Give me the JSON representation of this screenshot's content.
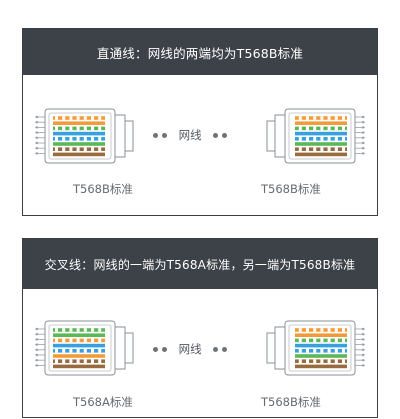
{
  "panels": [
    {
      "title": "直通线：网线的两端均为T568B标准",
      "cable_label": "网线",
      "left_label": "T568B标准",
      "right_label": "T568B标准"
    },
    {
      "title": "交叉线：网线的一端为T568A标准，另一端为T568B标准",
      "cable_label": "网线",
      "left_label": "T568A标准",
      "right_label": "T568B标准"
    }
  ],
  "colors": {
    "header_bg": "#3d4148",
    "orange": "#f39a3a",
    "green": "#5bb85a",
    "blue": "#39a0e0",
    "brown": "#9a6b3f",
    "white_stripe": "#ffffff"
  },
  "wiring": {
    "T568B": [
      "orange-white",
      "orange",
      "green-white",
      "blue",
      "blue-white",
      "green",
      "brown-white",
      "brown"
    ],
    "T568A": [
      "green-white",
      "green",
      "orange-white",
      "blue",
      "blue-white",
      "orange",
      "brown-white",
      "brown"
    ]
  },
  "icons": {
    "connector": "rj45-plug-icon",
    "dot": "dot-icon"
  }
}
